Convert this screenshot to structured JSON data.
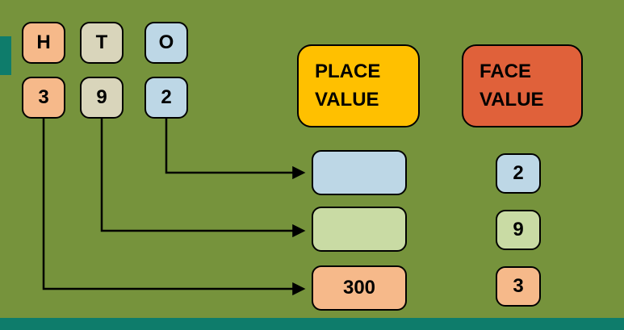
{
  "colors": {
    "background": "#76933c",
    "teal_accent": "#0e7c6b",
    "orange_cell": "#f6b98a",
    "tan_cell": "#d9d5bb",
    "blue_cell": "#bdd7e6",
    "green_cell": "#c9dba4",
    "place_value_header": "#ffc000",
    "face_value_header": "#e0613a",
    "border": "#000000"
  },
  "hto": {
    "headers": [
      {
        "label": "H",
        "color": "#f6b98a"
      },
      {
        "label": "T",
        "color": "#d9d5bb"
      },
      {
        "label": "O",
        "color": "#bdd7e6"
      }
    ],
    "digits": [
      {
        "label": "3",
        "color": "#f6b98a"
      },
      {
        "label": "9",
        "color": "#d9d5bb"
      },
      {
        "label": "2",
        "color": "#bdd7e6"
      }
    ]
  },
  "place_value": {
    "title": "PLACE\nVALUE",
    "boxes": [
      {
        "value": "",
        "color": "#bdd7e6"
      },
      {
        "value": "",
        "color": "#c9dba4"
      },
      {
        "value": "300",
        "color": "#f6b98a"
      }
    ]
  },
  "face_value": {
    "title": "FACE\nVALUE",
    "boxes": [
      {
        "value": "2",
        "color": "#bdd7e6"
      },
      {
        "value": "9",
        "color": "#c9dba4"
      },
      {
        "value": "3",
        "color": "#f6b98a"
      }
    ]
  },
  "connectors": [
    {
      "name": "ones-digit-to-place-box"
    },
    {
      "name": "tens-digit-to-place-box"
    },
    {
      "name": "hundreds-digit-to-place-box"
    }
  ]
}
